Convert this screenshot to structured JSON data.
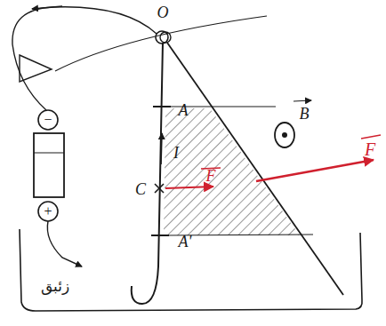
{
  "diagram": {
    "labels": [
      "O",
      "A",
      "I",
      "C",
      "F",
      "B",
      "F",
      "A'",
      "−",
      "+",
      "زئبق"
    ]
  }
}
